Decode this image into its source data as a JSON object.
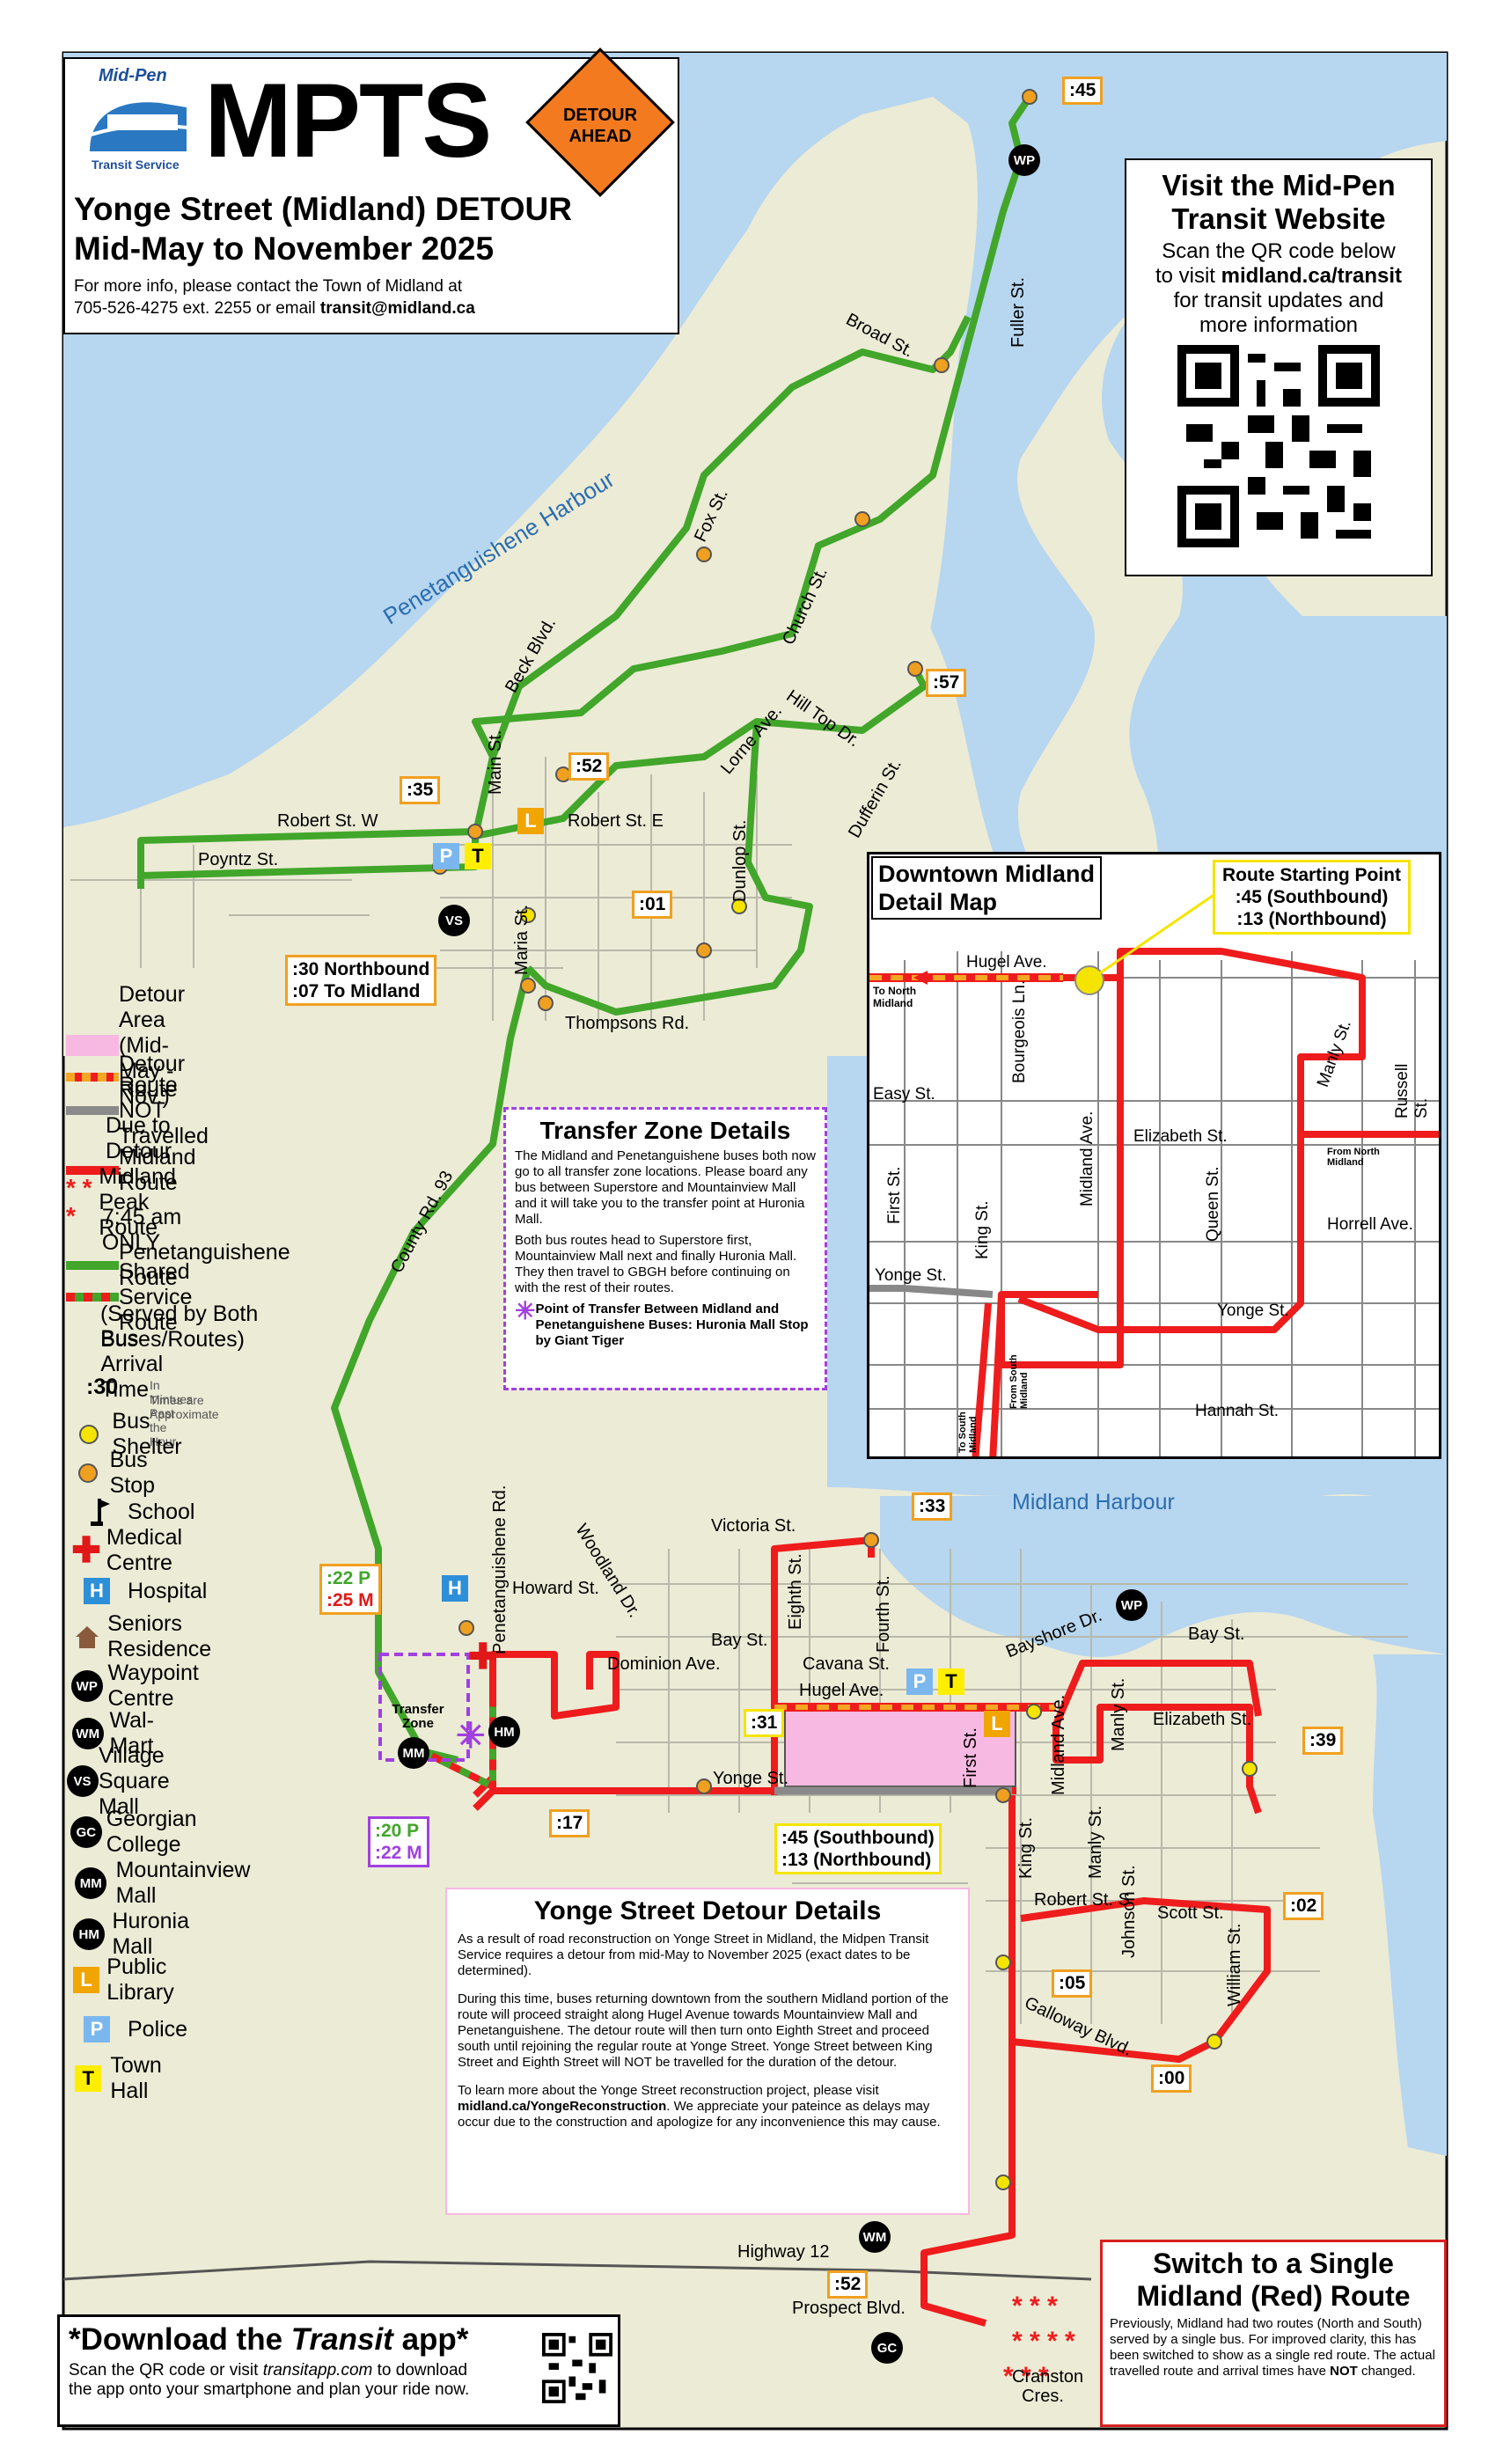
{
  "header": {
    "logo_text": "Mid-Pen",
    "logo_sub": "Transit Service",
    "brand": "MPTS",
    "sign_line1": "DETOUR",
    "sign_line2": "AHEAD",
    "title_line1": "Yonge Street (Midland) DETOUR",
    "title_line2": "Mid-May to November 2025",
    "contact_line1": "For more info, please contact the Town of Midland at",
    "contact_line2a": "705-526-4275 ext. 2255 or email ",
    "contact_email": "transit@midland.ca"
  },
  "website_box": {
    "heading1": "Visit the Mid-Pen",
    "heading2": "Transit Website",
    "line1": "Scan the QR code below",
    "line2a": "to visit ",
    "line2b": "midland.ca/transit",
    "line3": "for transit updates and",
    "line4": "more information"
  },
  "legend": {
    "items": [
      {
        "icon": "detour-area-swatch",
        "label": "Detour Area (Mid-May - Nov.)"
      },
      {
        "icon": "detour-route-line",
        "label": "Detour Route"
      },
      {
        "icon": "not-travelled-line",
        "label": "Route NOT Travelled"
      },
      {
        "icon": "",
        "label": "Due to Detour"
      },
      {
        "icon": "midland-route-line",
        "label": "Midland Route"
      },
      {
        "icon": "peak-route-stars",
        "label": "Midland Peak Route"
      },
      {
        "icon": "",
        "label": "7:45 am ONLY"
      },
      {
        "icon": "penetang-route-line",
        "label": "Penetanguishene Route"
      },
      {
        "icon": "shared-route-line",
        "label": "Shared Service Route"
      },
      {
        "icon": "",
        "label": "(Served by Both Buses/Routes)"
      },
      {
        "icon": "",
        "label": "Bus Arrival Time"
      },
      {
        "icon": "bus-shelter-icon",
        "label": "Bus Shelter"
      },
      {
        "icon": "bus-stop-icon",
        "label": "Bus Stop"
      },
      {
        "icon": "school-icon",
        "label": "School"
      },
      {
        "icon": "medical-centre-icon",
        "label": "Medical Centre"
      },
      {
        "icon": "hospital-icon",
        "label": "Hospital"
      },
      {
        "icon": "seniors-residence-icon",
        "label": "Seniors Residence"
      },
      {
        "icon": "waypoint-icon",
        "label": "Waypoint Centre"
      },
      {
        "icon": "walmart-icon",
        "label": "Wal-Mart"
      },
      {
        "icon": "village-square-icon",
        "label": "Village Square Mall"
      },
      {
        "icon": "georgian-college-icon",
        "label": "Georgian College"
      },
      {
        "icon": "mountainview-icon",
        "label": "Mountainview Mall"
      },
      {
        "icon": "huronia-icon",
        "label": "Huronia Mall"
      },
      {
        "icon": "library-icon",
        "label": "Public Library"
      },
      {
        "icon": "police-icon",
        "label": "Police"
      },
      {
        "icon": "town-hall-icon",
        "label": "Town Hall"
      }
    ],
    "arrival_symbol": ":30",
    "arrival_note1": "In Mintues Past the Hour",
    "arrival_note2": "Times are Approximate",
    "peak_stars": "* * *",
    "codes": {
      "wp": "WP",
      "wm": "WM",
      "vs": "VS",
      "gc": "GC",
      "mm": "MM",
      "hm": "HM",
      "h": "H",
      "l": "L",
      "p": "P",
      "t": "T"
    }
  },
  "transfer_zone": {
    "title": "Transfer Zone Details",
    "para1": "The Midland and Penetanguishene buses both now go to all transfer zone locations. Please board any bus between Superstore and Mountainview Mall and it will take you to the transfer point at Huronia Mall.",
    "para2": "Both bus routes head to Superstore first, Mountainview Mall next and finally Huronia Mall. They then travel to GBGH before continuing on with the rest of their routes.",
    "point": "Point of Transfer Between Midland and Penetanguishene Buses: Huronia Mall Stop by Giant Tiger"
  },
  "downtown_map": {
    "title_line1": "Downtown Midland",
    "title_line2": "Detail Map",
    "start_title": "Route Starting Point",
    "start_s": ":45 (Southbound)",
    "start_n": ":13 (Northbound)",
    "streets": [
      "Hugel Ave.",
      "To North Midland",
      "Easy St.",
      "Bourgeois Ln.",
      "Midland Ave.",
      "Manly St.",
      "Russell St.",
      "Elizabeth St.",
      "From North Midland",
      "First St.",
      "King St.",
      "Queen St.",
      "Horrell Ave.",
      "Yonge St.",
      "Yonge St.",
      "To South Midland",
      "From South Midland",
      "Hannah St."
    ]
  },
  "detour_details": {
    "title": "Yonge Street Detour Details",
    "para1": "As a result of road reconstruction on Yonge Street in Midland, the Midpen Transit Service requires a detour from mid-May to November 2025 (exact dates to be determined).",
    "para2": "During this time, buses returning downtown from the southern Midland portion of the route will proceed straight along Hugel Avenue towards Mountainview Mall and Penetanguishene. The detour route will then turn onto Eighth Street and proceed south until rejoining the regular route at Yonge Street. Yonge Street between King Street and Eighth Street will NOT be travelled for the duration of the detour.",
    "para3a": "To learn more about the Yonge Street reconstruction project, please visit ",
    "para3_link": "midland.ca/YongeReconstruction",
    "para3b": ". We appreciate your pateince as delays may occur due to the construction and apologize for any inconvenience this may cause."
  },
  "app_box": {
    "title_a": "*Download the ",
    "title_b": "Transit",
    "title_c": " app*",
    "line1a": "Scan the QR code or visit ",
    "line1b": "transitapp.com",
    "line1c": " to download",
    "line2": "the app onto your smartphone and plan your ride now."
  },
  "switch_box": {
    "title1": "Switch to a Single",
    "title2": "Midland (Red) Route",
    "body1": "Previously, Midland had two routes (North and South) served by a single bus. For improved clarity, this has been switched to show as a single red route. The actual travelled route and arrival times have ",
    "body_not": "NOT",
    "body2": " changed."
  },
  "map_labels": {
    "water": [
      "Penetanguishene Harbour",
      "Midland Harbour"
    ],
    "streets_north": [
      "Broad St.",
      "Fuller St.",
      "Fox St.",
      "Church St.",
      "Beck Blvd.",
      "Main St.",
      "Lorne Ave.",
      "Hill Top Dr.",
      "Dufferin St.",
      "Robert St. W",
      "Robert St. E",
      "Poyntz St.",
      "Maria St.",
      "Dunlop St.",
      "Thompsons Rd.",
      "County Rd. 93"
    ],
    "streets_south": [
      "Penetanguishene Rd.",
      "Woodland Dr.",
      "Victoria St.",
      "Howard St.",
      "Eighth St.",
      "Fourth St.",
      "Bayshore Dr.",
      "Bay St.",
      "Bay St.",
      "Dominion Ave.",
      "Cavana St.",
      "Hugel Ave.",
      "Yonge St.",
      "First St.",
      "Midland Ave.",
      "Manly St.",
      "Elizabeth St.",
      "King St.",
      "Robert St. S",
      "Manly St.",
      "Johnson St.",
      "Scott St.",
      "William St.",
      "Galloway Blvd.",
      "Highway 12",
      "Prospect Blvd.",
      "Cranston Cres."
    ],
    "transfer_zone_label": "Transfer Zone",
    "times": {
      "t45": ":45",
      "t57": ":57",
      "t52n": ":52",
      "t35": ":35",
      "t01": ":01",
      "t30n": ":30 Northbound",
      "t07": ":07 To Midland",
      "t33": ":33",
      "t22p": ":22 P",
      "t25m": ":25 M",
      "t31": ":31",
      "t17": ":17",
      "t20p": ":20 P",
      "t22m": ":22 M",
      "t39": ":39",
      "t02": ":02",
      "t05": ":05",
      "t00": ":00",
      "t52s": ":52",
      "t45s": ":45 (Southbound)",
      "t13n": ":13 (Northbound)"
    }
  },
  "colors": {
    "water": "#b7d6ef",
    "land": "#ecebd6",
    "midland_route": "#ee1c1c",
    "penetang_route": "#41a62a",
    "detour_area": "#f7b9e2",
    "detour_dash": "#f5a623",
    "not_travelled": "#8a8a8a",
    "time_border": "#f0a020",
    "shelter": "#f5e400",
    "stop": "#f0a020",
    "transfer_purple": "#a040e0",
    "hospital_blue": "#2d8fd8",
    "police_blue": "#7ab7ee",
    "town_hall_yellow": "#ffee00",
    "library_orange": "#f0a500",
    "seniors_brown": "#8a5a3c"
  }
}
